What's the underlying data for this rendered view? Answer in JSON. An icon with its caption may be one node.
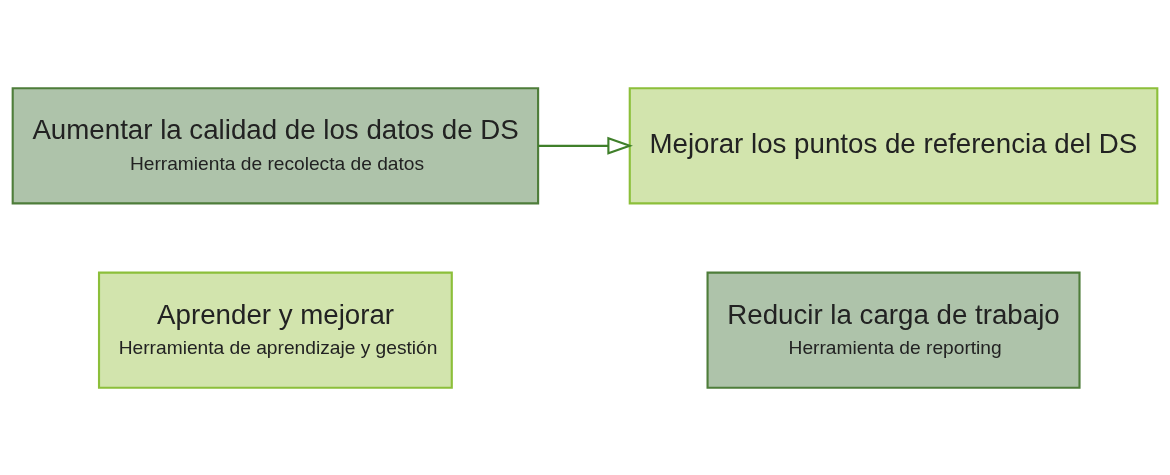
{
  "diagram": {
    "nodes": [
      {
        "text": [
          "Aprender y mejorar",
          "Herramienta de aprendizaje y gestión"
        ]
      },
      {
        "text": [
          "Reducir la carga de trabajo",
          "Herramienta de reporting"
        ]
      },
      {
        "text": [
          "Aumentar la calidad de los datos de DS",
          "Herramienta de recolecta de datos"
        ]
      },
      {
        "text": [
          "Mejorar los puntos de referencia del DS"
        ]
      }
    ],
    "edges": [
      {
        "from": 2,
        "to": 3,
        "arrow": "to"
      }
    ]
  }
}
